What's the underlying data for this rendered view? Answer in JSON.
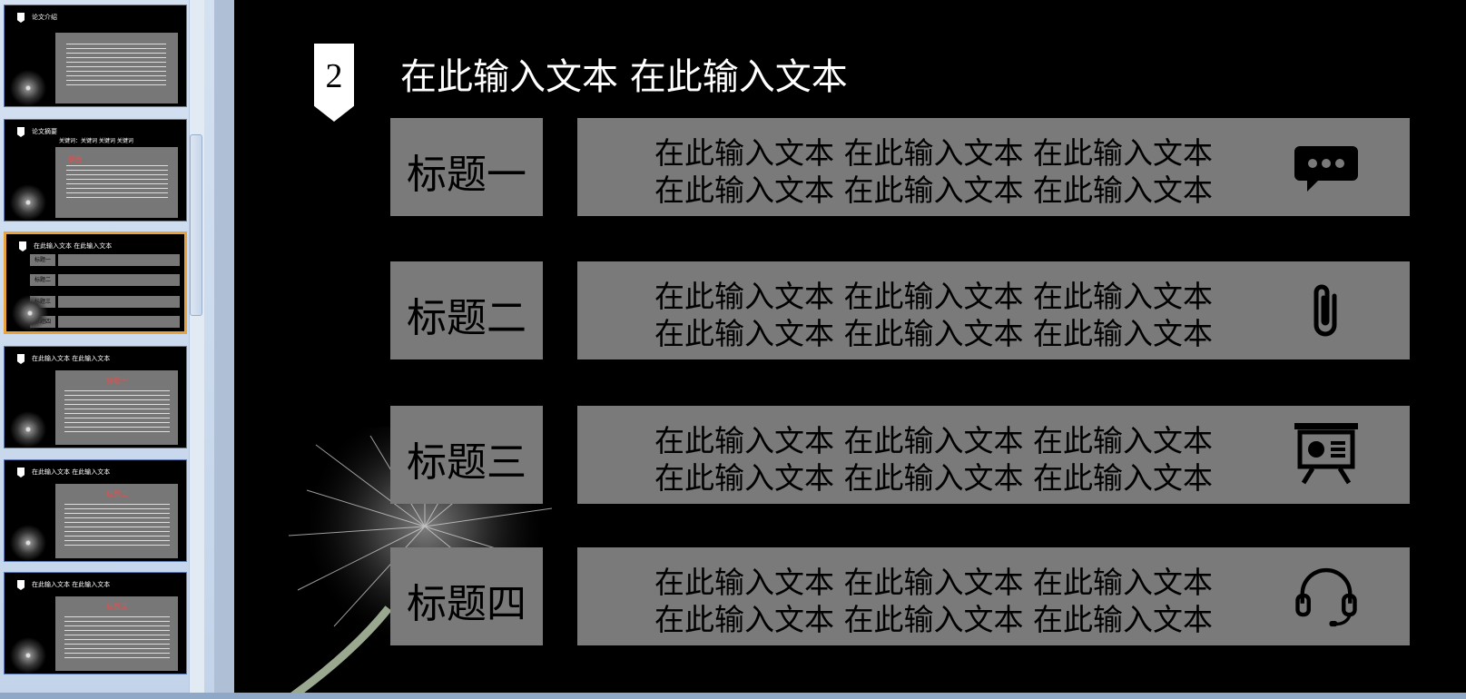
{
  "thumbnails": [
    {
      "title": "论文介绍",
      "selected": false
    },
    {
      "title": "论文摘要",
      "subtitle": "关键词：关键词 关键词 关键词",
      "red_label": "摘要",
      "selected": false
    },
    {
      "title": "在此输入文本 在此输入文本",
      "rows": [
        "标题一",
        "标题二",
        "标题三",
        "标题四"
      ],
      "selected": true
    },
    {
      "title": "在此输入文本 在此输入文本",
      "red_label": "标题一",
      "selected": false
    },
    {
      "title": "在此输入文本 在此输入文本",
      "red_label": "标题二",
      "selected": false
    },
    {
      "title": "在此输入文本 在此输入文本",
      "red_label": "标题三",
      "selected": false
    }
  ],
  "slide": {
    "number": "2",
    "title": "在此输入文本 在此输入文本",
    "rows": [
      {
        "label": "标题一",
        "line1": "在此输入文本 在此输入文本 在此输入文本",
        "line2": "在此输入文本 在此输入文本 在此输入文本",
        "icon": "chat-bubble-icon"
      },
      {
        "label": "标题二",
        "line1": "在此输入文本 在此输入文本 在此输入文本",
        "line2": "在此输入文本 在此输入文本 在此输入文本",
        "icon": "paperclip-icon"
      },
      {
        "label": "标题三",
        "line1": "在此输入文本 在此输入文本 在此输入文本",
        "line2": "在此输入文本 在此输入文本 在此输入文本",
        "icon": "presentation-board-icon"
      },
      {
        "label": "标题四",
        "line1": "在此输入文本 在此输入文本 在此输入文本",
        "line2": "在此输入文本 在此输入文本 在此输入文本",
        "icon": "headset-icon"
      }
    ]
  },
  "colors": {
    "slide_bg": "#000000",
    "panel": "#7a7a7a",
    "accent_red": "#e05050",
    "selection": "#e8a33c"
  }
}
